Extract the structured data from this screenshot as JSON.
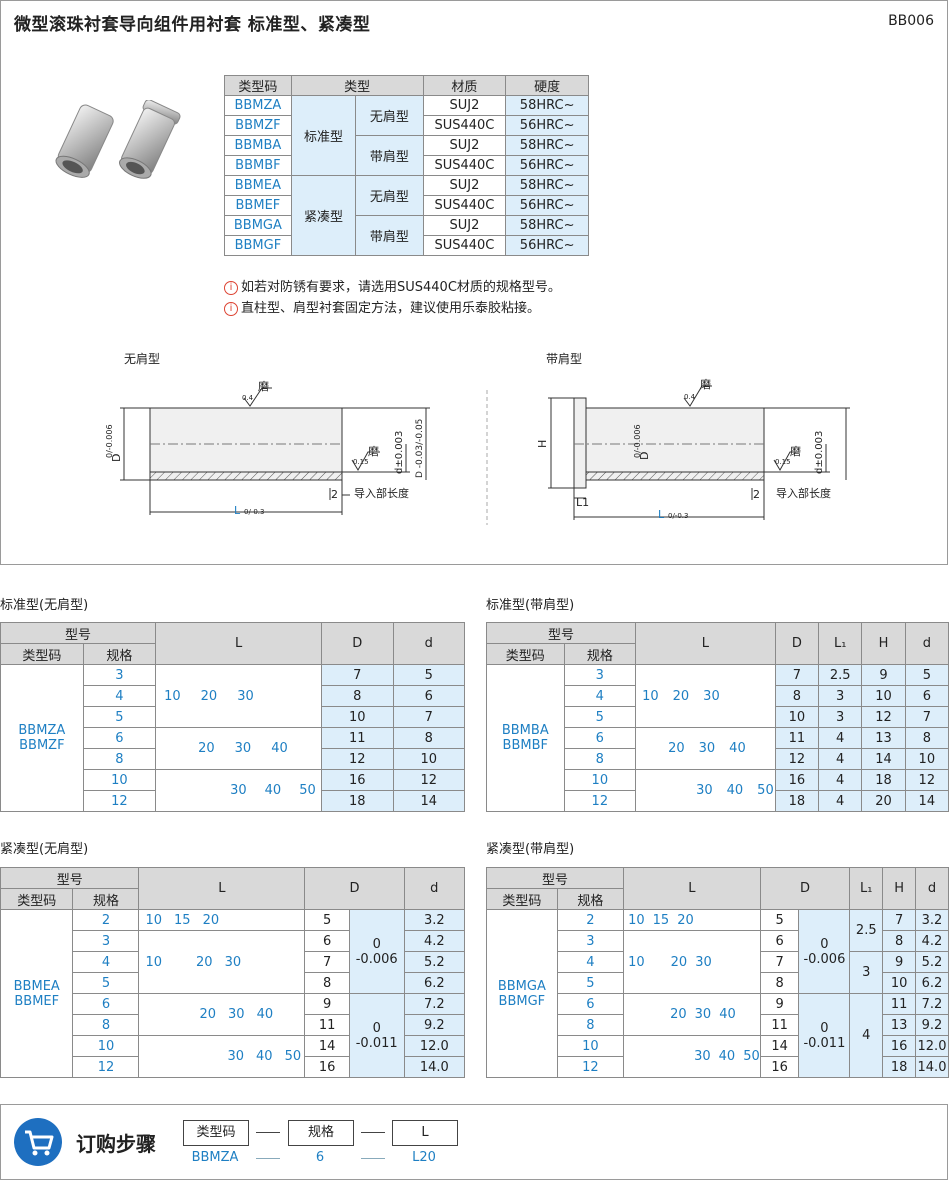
{
  "header": {
    "title": "微型滚珠衬套导向组件用衬套  标准型、紧凑型",
    "code": "BB006"
  },
  "material_table": {
    "headers": [
      "类型码",
      "类型",
      "材质",
      "硬度"
    ],
    "codes": [
      "BBMZA",
      "BBMZF",
      "BBMBA",
      "BBMBF",
      "BBMEA",
      "BBMEF",
      "BBMGA",
      "BBMGF"
    ],
    "groups": [
      "标准型",
      "紧凑型"
    ],
    "subtypes": [
      "无肩型",
      "带肩型",
      "无肩型",
      "带肩型"
    ],
    "materials": [
      "SUJ2",
      "SUS440C",
      "SUJ2",
      "SUS440C",
      "SUJ2",
      "SUS440C",
      "SUJ2",
      "SUS440C"
    ],
    "hardness": [
      "58HRC~",
      "56HRC~",
      "58HRC~",
      "56HRC~",
      "58HRC~",
      "56HRC~",
      "58HRC~",
      "56HRC~"
    ]
  },
  "notes": [
    "如若对防锈有要求，请选用SUS440C材质的规格型号。",
    "直柱型、肩型衬套固定方法，建议使用乐泰胶粘接。"
  ],
  "drawings": {
    "left": {
      "label": "无肩型",
      "grind": "磨",
      "ra1": "0.4",
      "ra2": "0.15",
      "d_big": "D",
      "d_big_tol": "0/-0.006",
      "d_small": "d±0.003",
      "d_small_tol2": "D -0.03/-0.05",
      "L": "L",
      "L_tol": "0/-0.3",
      "two": "2",
      "lead": "导入部长度"
    },
    "right": {
      "label": "带肩型",
      "grind": "磨",
      "ra1": "0.4",
      "ra2": "0.15",
      "H": "H",
      "d_big": "D",
      "d_big_tol": "0/-0.006",
      "d_small": "d±0.003",
      "L1": "L1",
      "L": "L",
      "L_tol": "0/-0.3",
      "two": "2",
      "lead": "导入部长度"
    }
  },
  "std_plain": {
    "title": "标准型(无肩型)",
    "h_model": "型号",
    "h_code": "类型码",
    "h_size": "规格",
    "h_L": "L",
    "h_D": "D",
    "h_d": "d",
    "code1": "BBMZA",
    "code2": "BBMZF",
    "sizes": [
      "3",
      "4",
      "5",
      "6",
      "8",
      "10",
      "12"
    ],
    "L_groups": [
      [
        "10",
        "20",
        "30"
      ],
      [
        "20",
        "30",
        "40"
      ],
      [
        "30",
        "40",
        "50"
      ]
    ],
    "D": [
      "7",
      "8",
      "10",
      "11",
      "12",
      "16",
      "18"
    ],
    "d": [
      "5",
      "6",
      "7",
      "8",
      "10",
      "12",
      "14"
    ]
  },
  "std_shoulder": {
    "title": "标准型(带肩型)",
    "h_model": "型号",
    "h_code": "类型码",
    "h_size": "规格",
    "h_L": "L",
    "h_D": "D",
    "h_L1": "L₁",
    "h_H": "H",
    "h_d": "d",
    "code1": "BBMBA",
    "code2": "BBMBF",
    "sizes": [
      "3",
      "4",
      "5",
      "6",
      "8",
      "10",
      "12"
    ],
    "L_groups": [
      [
        "10",
        "20",
        "30"
      ],
      [
        "20",
        "30",
        "40"
      ],
      [
        "30",
        "40",
        "50"
      ]
    ],
    "D": [
      "7",
      "8",
      "10",
      "11",
      "12",
      "16",
      "18"
    ],
    "L1": [
      "2.5",
      "3",
      "3",
      "4",
      "4",
      "4",
      "4"
    ],
    "H": [
      "9",
      "10",
      "12",
      "13",
      "14",
      "18",
      "20"
    ],
    "d": [
      "5",
      "6",
      "7",
      "8",
      "10",
      "12",
      "14"
    ]
  },
  "cmp_plain": {
    "title": "紧凑型(无肩型)",
    "h_model": "型号",
    "h_code": "类型码",
    "h_size": "规格",
    "h_L": "L",
    "h_D": "D",
    "h_d": "d",
    "code1": "BBMEA",
    "code2": "BBMEF",
    "sizes": [
      "2",
      "3",
      "4",
      "5",
      "6",
      "8",
      "10",
      "12"
    ],
    "L_groups": [
      [
        "10",
        "15",
        "20"
      ],
      [
        "10",
        "20",
        "30"
      ],
      [
        "20",
        "30",
        "40"
      ],
      [
        "30",
        "40",
        "50"
      ]
    ],
    "D": [
      "5",
      "6",
      "7",
      "8",
      "9",
      "11",
      "14",
      "16"
    ],
    "tol1": [
      "0",
      "-0.006"
    ],
    "tol2": [
      "0",
      "-0.011"
    ],
    "d": [
      "3.2",
      "4.2",
      "5.2",
      "6.2",
      "7.2",
      "9.2",
      "12.0",
      "14.0"
    ]
  },
  "cmp_shoulder": {
    "title": "紧凑型(带肩型)",
    "h_model": "型号",
    "h_code": "类型码",
    "h_size": "规格",
    "h_L": "L",
    "h_D": "D",
    "h_L1": "L₁",
    "h_H": "H",
    "h_d": "d",
    "code1": "BBMGA",
    "code2": "BBMGF",
    "sizes": [
      "2",
      "3",
      "4",
      "5",
      "6",
      "8",
      "10",
      "12"
    ],
    "L_groups": [
      [
        "10",
        "15",
        "20"
      ],
      [
        "10",
        "20",
        "30"
      ],
      [
        "20",
        "30",
        "40"
      ],
      [
        "30",
        "40",
        "50"
      ]
    ],
    "D": [
      "5",
      "6",
      "7",
      "8",
      "9",
      "11",
      "14",
      "16"
    ],
    "tol1": [
      "0",
      "-0.006"
    ],
    "tol2": [
      "0",
      "-0.011"
    ],
    "L1": [
      "2.5",
      "3",
      "4"
    ],
    "H": [
      "7",
      "8",
      "9",
      "10",
      "11",
      "13",
      "16",
      "18"
    ],
    "d": [
      "3.2",
      "4.2",
      "5.2",
      "6.2",
      "7.2",
      "9.2",
      "12.0",
      "14.0"
    ]
  },
  "order": {
    "title": "订购步骤",
    "boxes": [
      "类型码",
      "规格",
      "L"
    ],
    "values": [
      "BBMZA",
      "6",
      "L20"
    ],
    "icon_color": "#1e6fc0"
  }
}
